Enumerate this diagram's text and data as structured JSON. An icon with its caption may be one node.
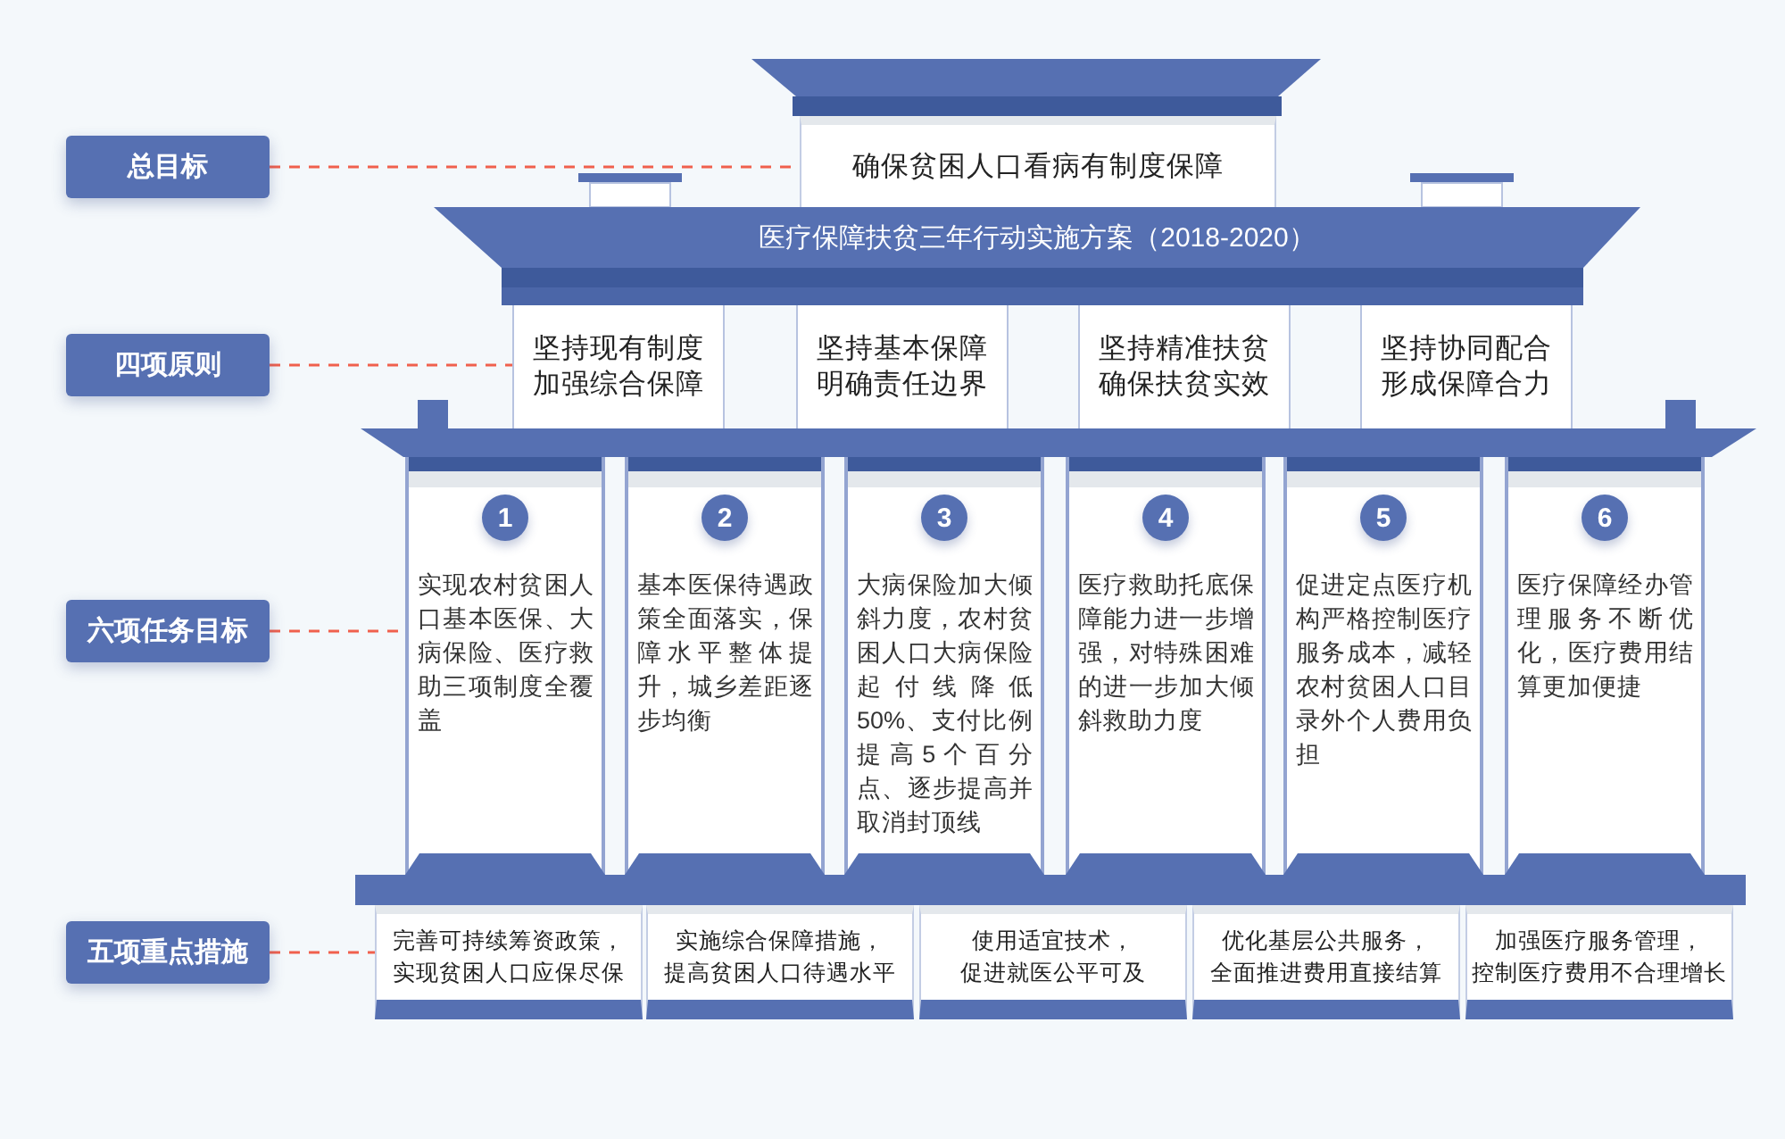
{
  "diagram": {
    "nodes": [
      {
        "text": [
          "总目标"
        ]
      },
      {
        "text": [
          "确保贫困人口看病有制度保障"
        ]
      },
      {
        "text": [
          "医疗保障扶贫三年行动实施方案（2018-2020）"
        ]
      },
      {
        "text": [
          "四项原则"
        ]
      },
      {
        "text": [
          "坚持现有制度加强综合保障"
        ]
      },
      {
        "text": [
          "坚持基本保障明确责任边界"
        ]
      },
      {
        "text": [
          "坚持精准扶贫确保扶贫实效"
        ]
      },
      {
        "text": [
          "坚持协同配合形成保障合力"
        ]
      },
      {
        "text": [
          "六项任务目标"
        ]
      },
      {
        "text": [
          "实现农村贫困人口基本医保、大病保险、医疗救助三项制度全覆盖"
        ]
      },
      {
        "text": [
          "1"
        ],
        "in": 9
      },
      {
        "text": [
          "基本医保待遇政策全面落实，保障水平整体提升，城乡差距逐步均衡"
        ]
      },
      {
        "text": [
          "2"
        ],
        "in": 11
      },
      {
        "text": [
          "大病保险加大倾斜力度，农村贫困人口大病保险起付线降低50%、支付比例提高5个百分点、逐步提高并取消封顶线"
        ]
      },
      {
        "text": [
          "3"
        ],
        "in": 13
      },
      {
        "text": [
          "医疗救助托底保障能力进一步增强，对特殊困难的进一步加大倾斜救助力度"
        ]
      },
      {
        "text": [
          "4"
        ],
        "in": 15
      },
      {
        "text": [
          "促进定点医疗机构严格控制医疗服务成本，减轻农村贫困人口目录外个人费用负担"
        ]
      },
      {
        "text": [
          "5"
        ],
        "in": 17
      },
      {
        "text": [
          "医疗保障经办管理服务不断优化，医疗费用结算更加便捷"
        ]
      },
      {
        "text": [
          "6"
        ],
        "in": 19
      },
      {
        "text": [
          "五项重点措施"
        ]
      },
      {
        "text": [
          "完善可持续筹资政策，实现贫困人口应保尽保"
        ]
      },
      {
        "text": [
          "实施综合保障措施，提高贫困人口待遇水平"
        ]
      },
      {
        "text": [
          "使用适宜技术，促进就医公平可及"
        ]
      },
      {
        "text": [
          "优化基层公共服务，全面推进费用直接结算"
        ]
      },
      {
        "text": [
          "加强医疗服务管理，控制医疗费用不合理增长"
        ]
      }
    ],
    "edges": [
      {
        "from": 0,
        "to": 1,
        "arrow": "none",
        "style": "dashed",
        "color": "#f0604d"
      },
      {
        "from": 3,
        "to": 4,
        "arrow": "none",
        "style": "dashed",
        "color": "#f0604d"
      },
      {
        "from": 8,
        "to": 9,
        "arrow": "none",
        "style": "dashed",
        "color": "#f0604d"
      },
      {
        "from": 21,
        "to": 22,
        "arrow": "none",
        "style": "dashed",
        "color": "#f0604d"
      }
    ]
  }
}
